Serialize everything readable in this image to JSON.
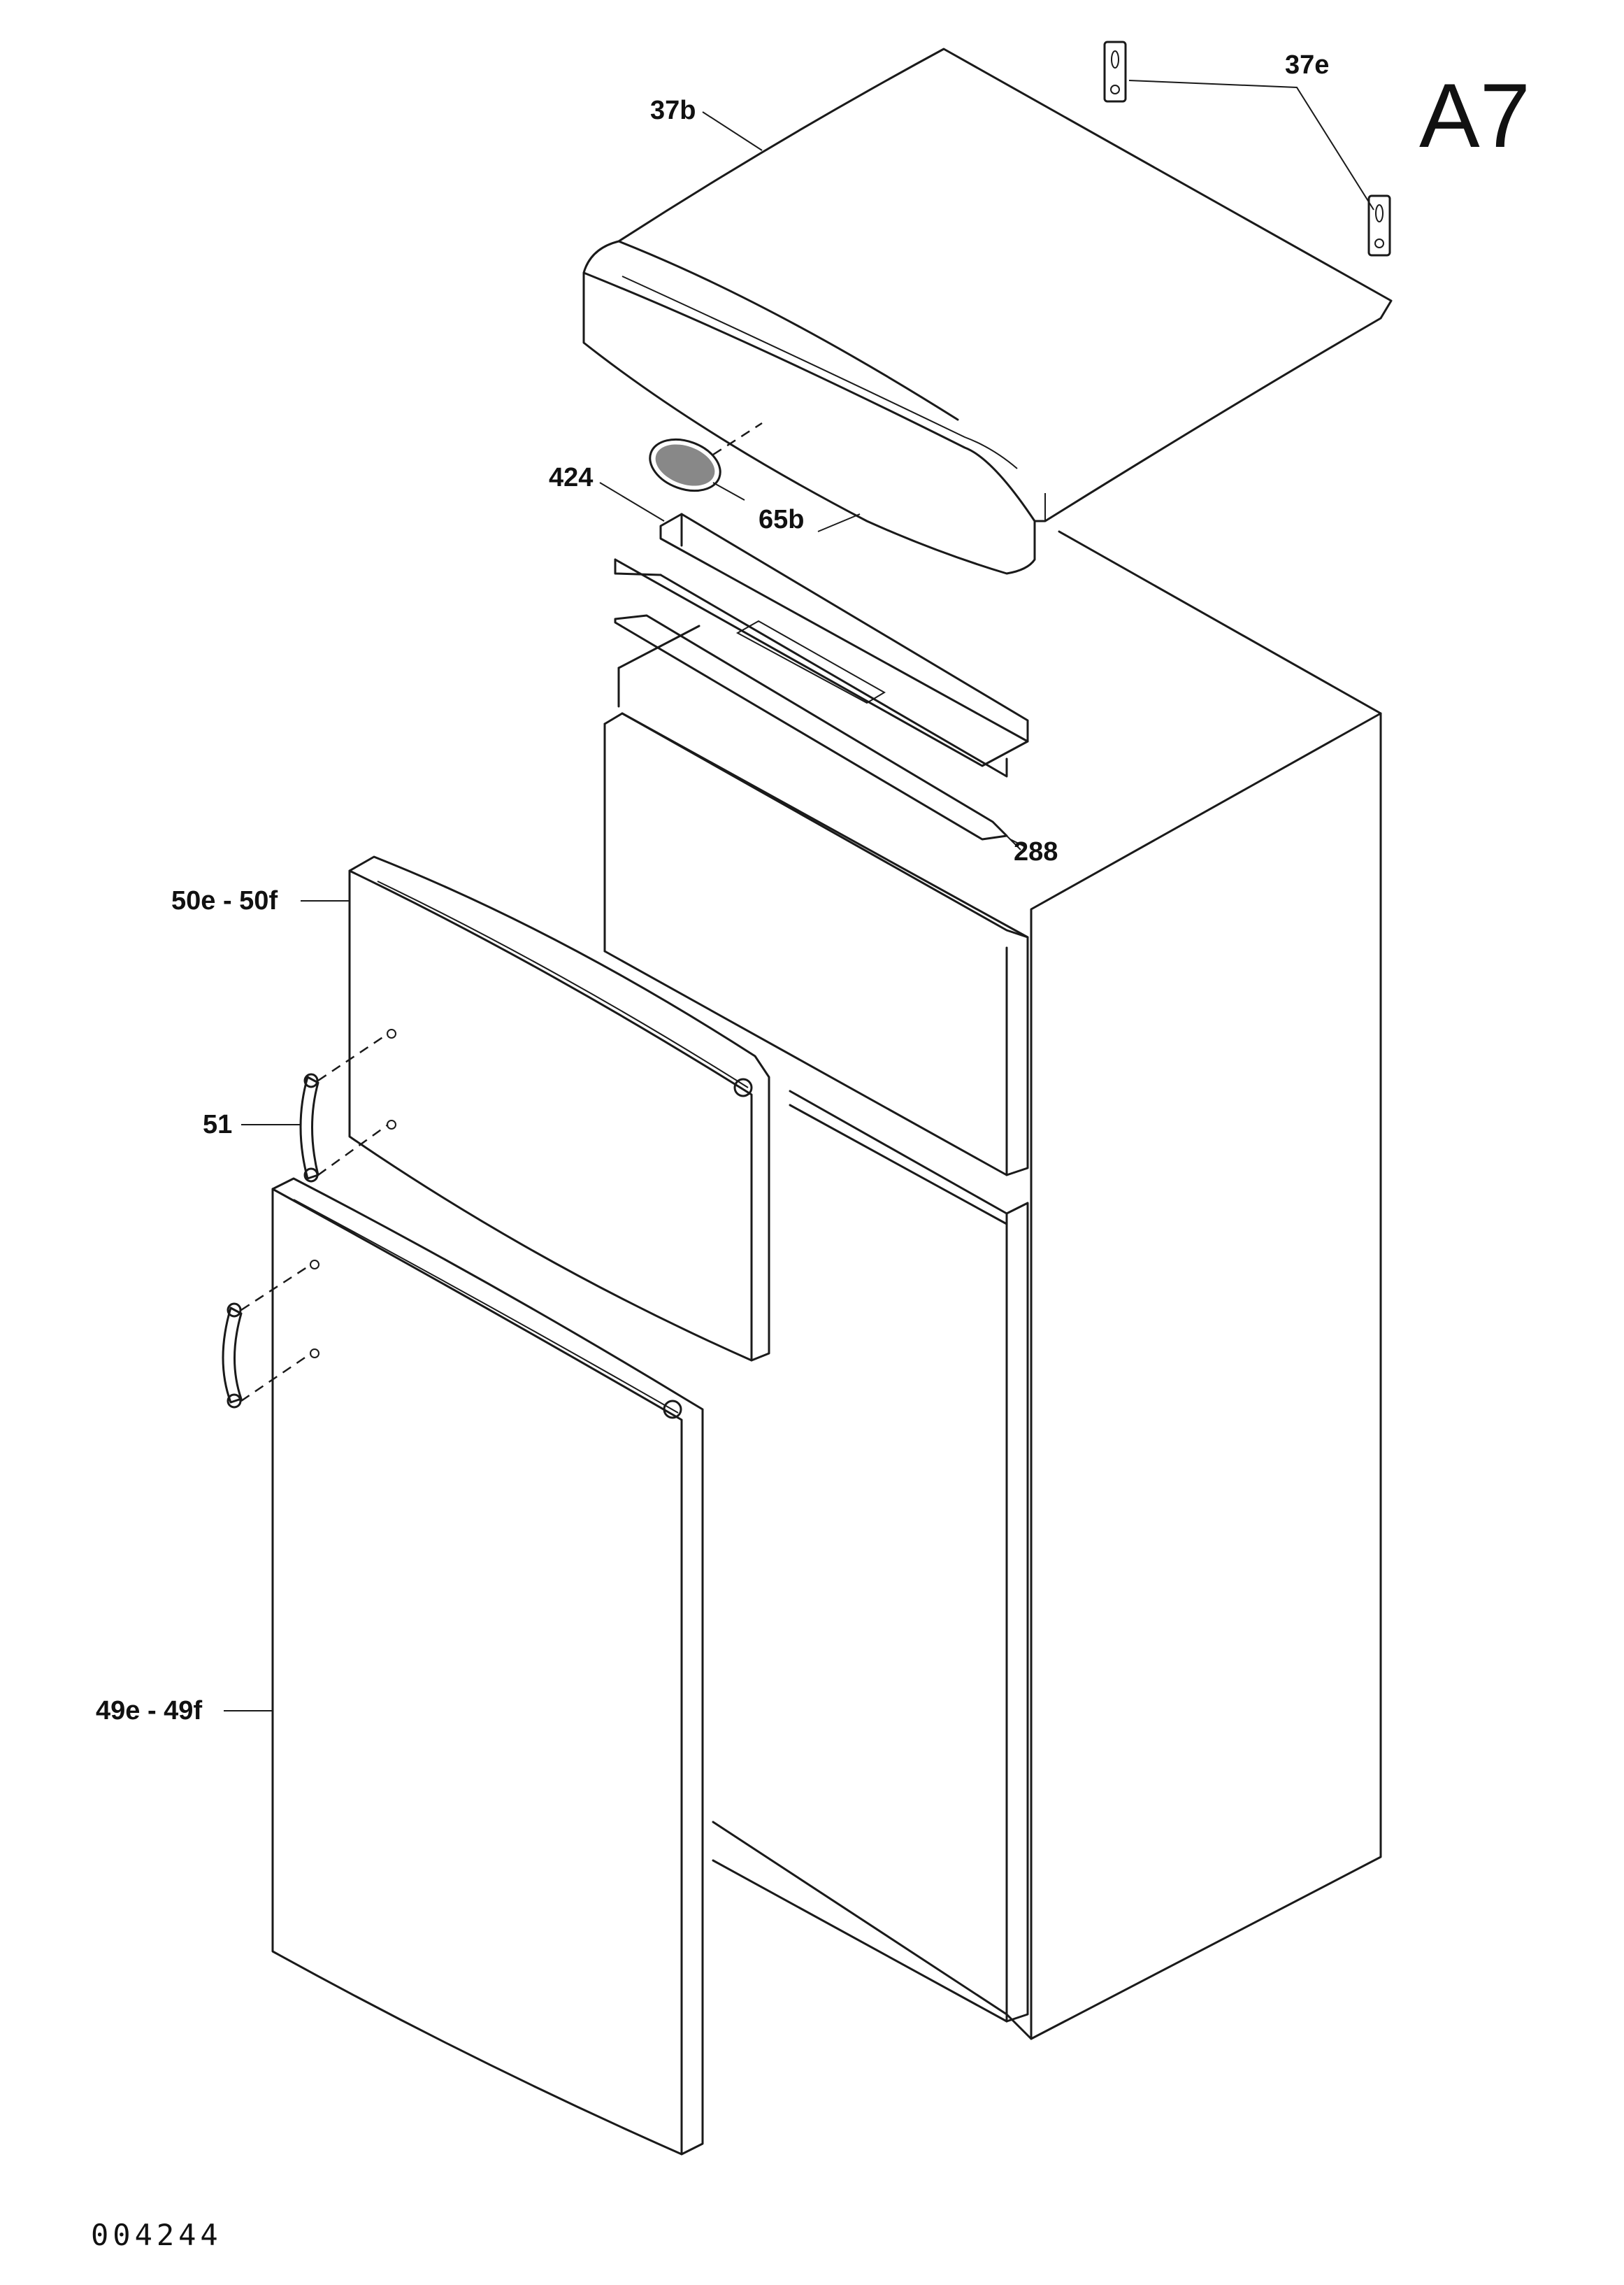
{
  "figure_id": "A7",
  "drawing_number": "004244",
  "callouts": {
    "top_cover": "37b",
    "hinge_plates": "37e",
    "grille": "65b",
    "profile": "424",
    "strip": "288",
    "upper_door": "50e - 50f",
    "handle": "51",
    "lower_door": "49e - 49f"
  },
  "colors": {
    "line": "#1a1a1a",
    "background": "#ffffff"
  }
}
